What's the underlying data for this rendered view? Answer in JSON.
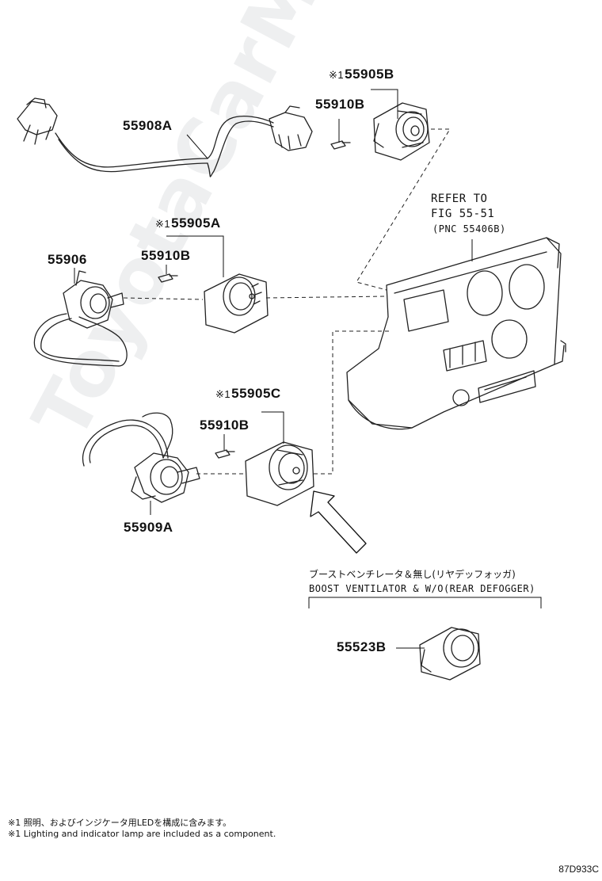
{
  "watermark": "ToyotaCarMine.ru",
  "callouts": {
    "note_mark": "※1",
    "p55905B": "55905B",
    "p55910B_top": "55910B",
    "p55908A": "55908A",
    "p55905A": "55905A",
    "p55910B_mid": "55910B",
    "p55906": "55906",
    "p55905C": "55905C",
    "p55910B_low": "55910B",
    "p55909A": "55909A",
    "p55523B": "55523B"
  },
  "refer": {
    "line1": "REFER TO",
    "line2": "FIG 55-51",
    "line3": "(PNC 55406B)"
  },
  "condition": {
    "japanese": "ブーストベンチレータ＆無し(リヤデッフォッガ)",
    "english": "BOOST VENTILATOR & W/O(REAR DEFOGGER)"
  },
  "footnotes": {
    "japanese": "※1 照明、およびインジケータ用LEDを構成に含みます。",
    "english": "※1 Lighting and indicator lamp are included as a component."
  },
  "figure_code": "87D933C"
}
